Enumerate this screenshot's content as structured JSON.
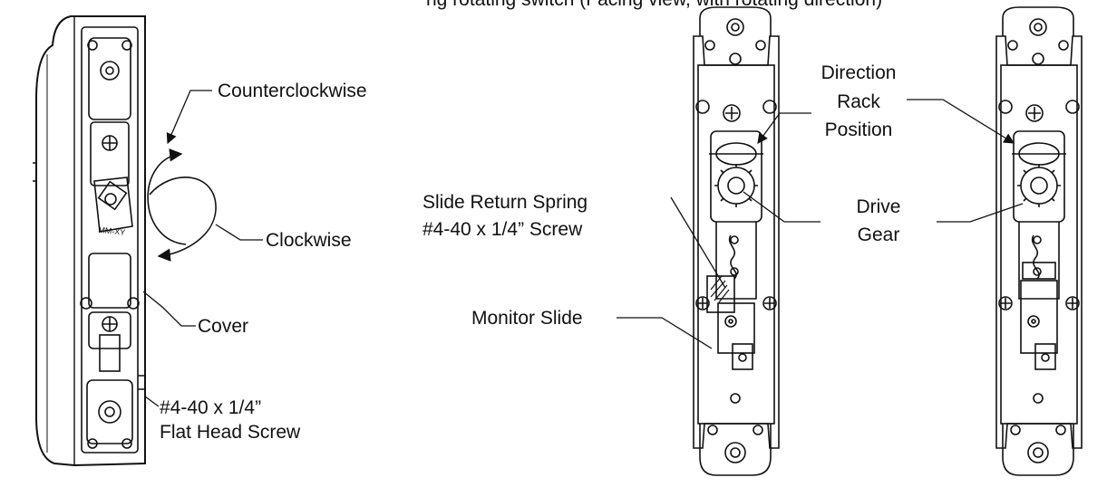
{
  "header": {
    "partial_text": "ng rotating switch (Facing view, with rotating direction)"
  },
  "left_view": {
    "labels": {
      "counterclockwise": "Counterclockwise",
      "clockwise": "Clockwise",
      "cover": "Cover",
      "screw_line1": "#4-40 x 1/4”",
      "screw_line2": "Flat Head Screw",
      "part_marking": "MM-XY"
    }
  },
  "right_views": {
    "labels": {
      "direction_line1": "Direction",
      "direction_line2": "Rack",
      "direction_line3": "Position",
      "slide_spring_line1": "Slide Return Spring",
      "slide_spring_line2": "#4-40 x 1/4” Screw",
      "drive_line1": "Drive",
      "drive_line2": "Gear",
      "monitor_slide": "Monitor Slide"
    }
  },
  "colors": {
    "line": "#111111",
    "background": "#ffffff"
  }
}
